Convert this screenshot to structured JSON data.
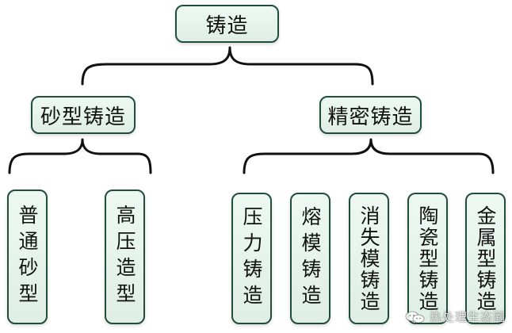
{
  "diagram": {
    "root": "铸造",
    "left_branch": "砂型铸造",
    "right_branch": "精密铸造",
    "sand_methods": [
      "普通砂型",
      "高压造型"
    ],
    "precision_methods": [
      "压力铸造",
      "熔模铸造",
      "消失模铸造",
      "陶瓷型铸造",
      "金属型铸造"
    ]
  },
  "watermark": {
    "text": "热处理生态圈",
    "icon": "wechat-icon"
  }
}
